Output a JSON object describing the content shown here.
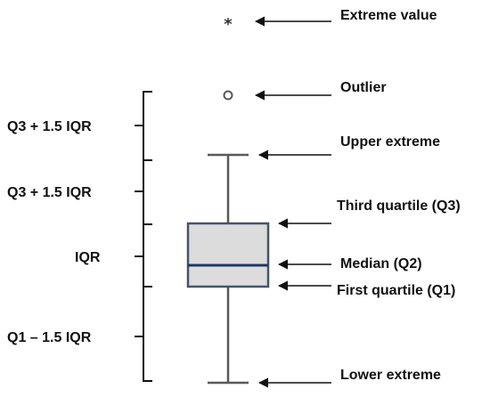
{
  "diagram": {
    "left_labels": {
      "upper_outer_fence": "Q3 + 1.5 IQR",
      "upper_inner_fence": "Q3 + 1.5 IQR",
      "iqr": "IQR",
      "lower_fence": "Q1 – 1.5 IQR"
    },
    "right_labels": {
      "extreme_value": "Extreme value",
      "outlier": "Outlier",
      "upper_extreme": "Upper extreme",
      "third_quartile": "Third quartile (Q3)",
      "median": "Median (Q2)",
      "first_quartile": "First quartile (Q1)",
      "lower_extreme": "Lower extreme"
    },
    "markers": {
      "extreme_symbol": "*"
    },
    "colors": {
      "box_fill": "#dcdcdc",
      "box_stroke": "#44546a",
      "median_line": "#1f3864",
      "whisker": "#595959",
      "bracket": "#111111",
      "text": "#111111"
    }
  }
}
